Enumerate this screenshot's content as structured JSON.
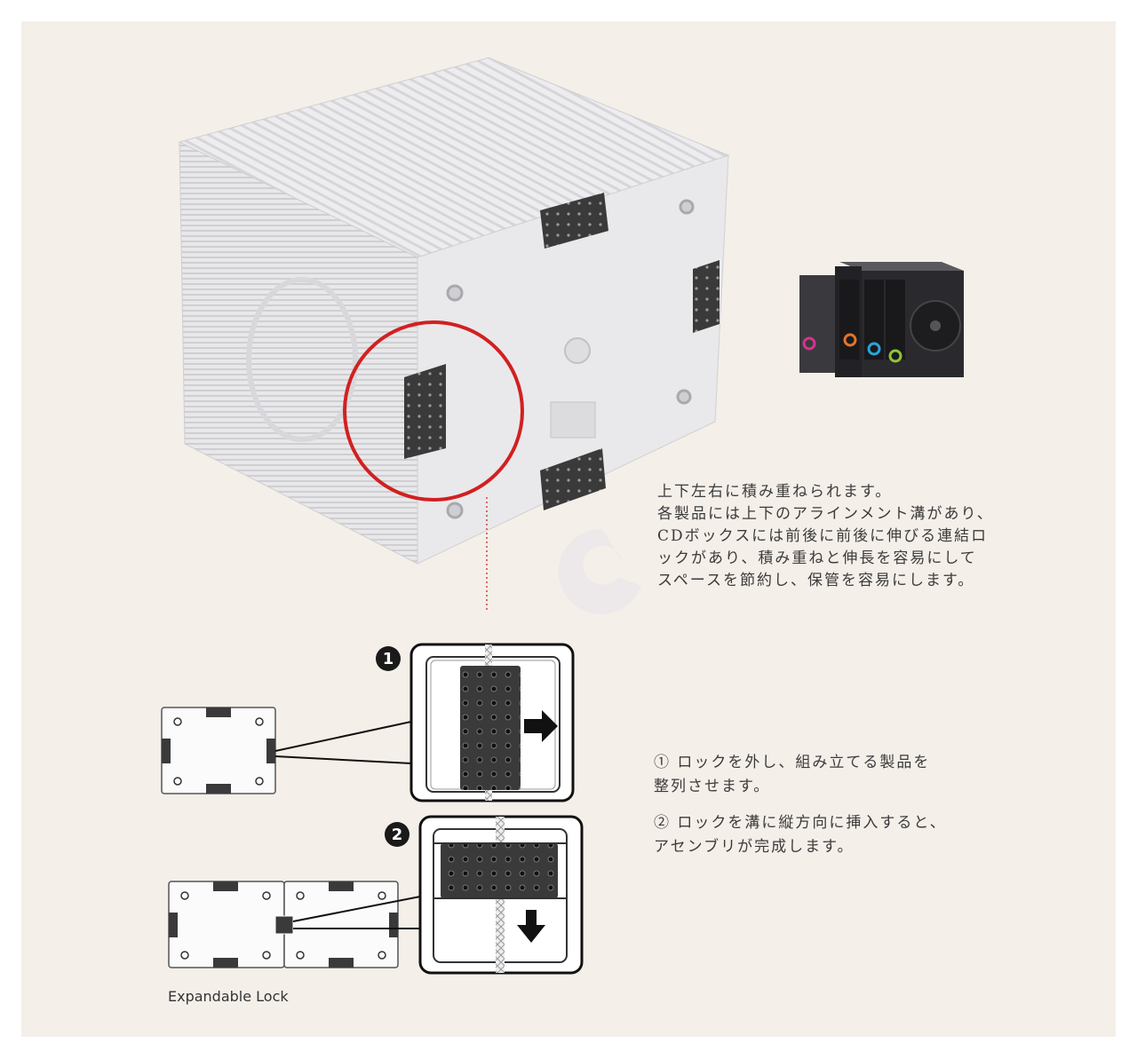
{
  "description": {
    "lines": [
      "上下左右に積み重ねられます。",
      "各製品には上下のアラインメント溝があり、",
      "CDボックスには前後に前後に伸びる連結ロ",
      "ックがあり、積み重ねと伸長を容易にして",
      "スペースを節約し、保管を容易にします。"
    ]
  },
  "steps": [
    {
      "lines": [
        "① ロックを外し、組み立てる製品を",
        "整列させます。"
      ]
    },
    {
      "lines": [
        "② ロックを溝に縦方向に挿入すると、",
        "アセンブリが完成します。"
      ]
    }
  ],
  "badges": {
    "one": "1",
    "two": "2"
  },
  "caption": "Expandable Lock",
  "colors": {
    "background": "#f5efe9",
    "highlight_circle": "#d22020",
    "lock_pad": "#3a3a3a",
    "cube": "#e6e6e8"
  },
  "icons": [
    "arrow-right-icon",
    "arrow-down-icon",
    "watermark-logo"
  ],
  "thumbnail_dots": [
    "#d6338c",
    "#e0762b",
    "#2aa4d8",
    "#8fc43a"
  ]
}
